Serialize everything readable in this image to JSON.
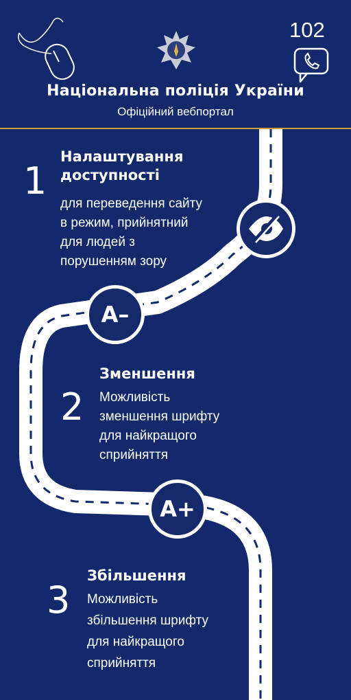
{
  "header": {
    "org_name": "Національна поліція України",
    "org_subtitle": "Офіційний вебпортал",
    "hotline": "102",
    "icons": [
      "mouse-icon",
      "police-badge-icon",
      "phone-chat-icon"
    ]
  },
  "steps": [
    {
      "number": "1",
      "title_line1": "Налаштування",
      "title_line2": "доступності",
      "desc": [
        "для переведення сайту",
        "в режим, прийнятний",
        "для людей з",
        "порушенням зору"
      ],
      "icon": "eye-crossed-icon"
    },
    {
      "number": "2",
      "title": "Зменшення",
      "badge": "A–",
      "desc": [
        "Можливість",
        "зменшення шрифту",
        "для найкращого",
        "сприйняття"
      ]
    },
    {
      "number": "3",
      "title": "Збільшення",
      "badge": "A+",
      "desc": [
        "Можливість",
        "збільшення шрифту",
        "для найкращого",
        "сприйняття"
      ]
    }
  ],
  "colors": {
    "background": "#13296c",
    "road": "#ffffff",
    "divider": "#c9a23a"
  }
}
